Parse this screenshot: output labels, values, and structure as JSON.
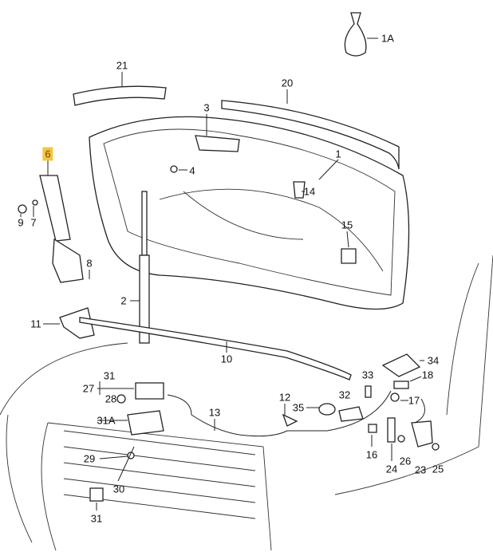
{
  "title": "Bonnet / hood release parts diagram",
  "highlight_color": "#f4c542",
  "labels": [
    "1A",
    "21",
    "20",
    "3",
    "1",
    "6",
    "4",
    "14",
    "9",
    "7",
    "15",
    "8",
    "2",
    "11",
    "10",
    "34",
    "31",
    "27",
    "28",
    "33",
    "18",
    "12",
    "32",
    "17",
    "13",
    "35",
    "31A",
    "16",
    "29",
    "24",
    "26",
    "23",
    "25",
    "30",
    "31"
  ]
}
